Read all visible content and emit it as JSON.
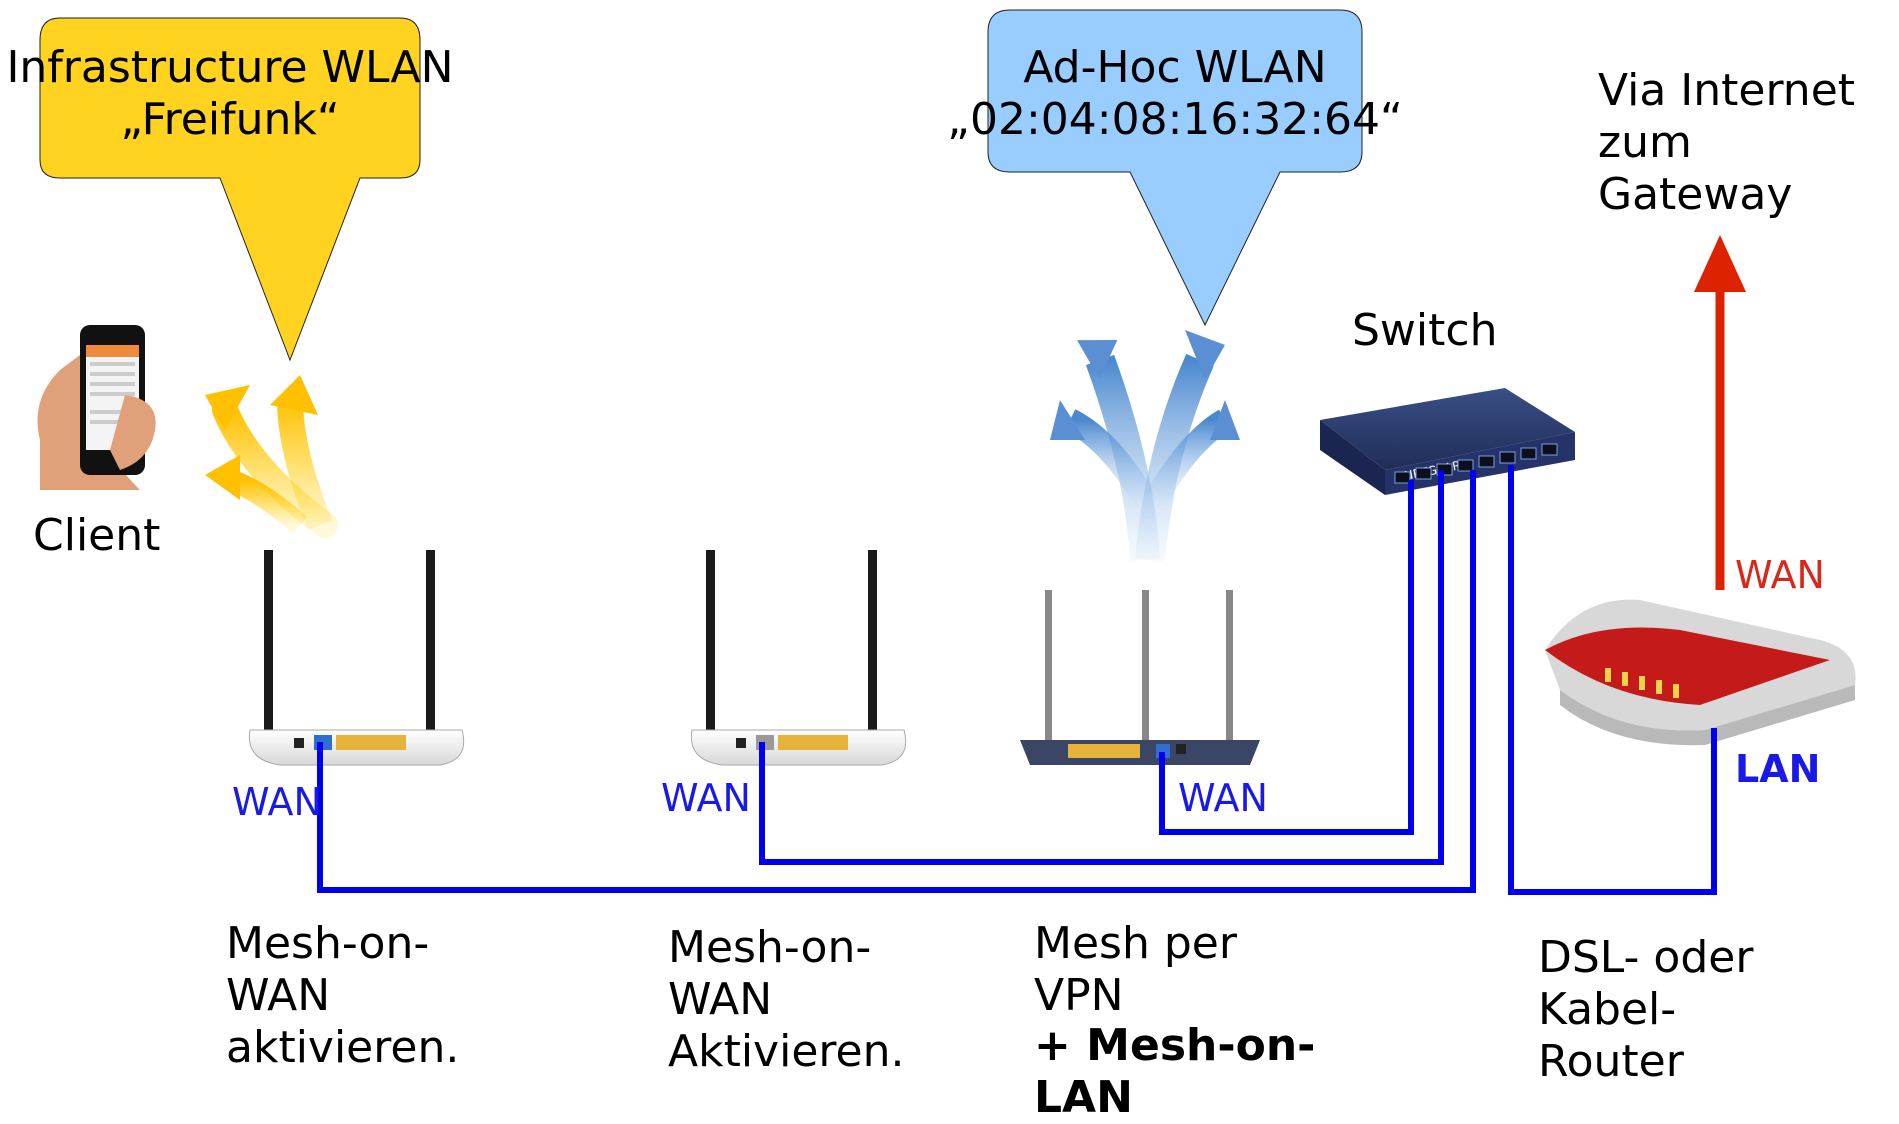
{
  "bubbles": {
    "infrastructure": {
      "line1": "Infrastructure WLAN",
      "line2": "„Freifunk“",
      "color": "#ffd320"
    },
    "adhoc": {
      "line1": "Ad-Hoc WLAN",
      "line2": "„02:04:08:16:32:64“",
      "color": "#99ccff"
    }
  },
  "labels": {
    "client": "Client",
    "switch": "Switch",
    "internet": "Via Internet\nzum\nGateway",
    "router1": "Mesh-on-\nWAN\naktivieren.",
    "router2": "Mesh-on-\nWAN\nAktivieren.",
    "router3_line1": "Mesh per\nVPN",
    "router3_line2": "+ Mesh-on-\nLAN",
    "dsl_router": "DSL- oder Kabel-\nRouter"
  },
  "ports": {
    "wan1": "WAN",
    "wan2": "WAN",
    "wan3": "WAN",
    "wan_red": "WAN",
    "lan": "LAN"
  },
  "switch_brand": "NETGEAR",
  "colors": {
    "cable": "#0000ee",
    "uplink": "#dd2200",
    "wlan_yellow": "#ffc000",
    "wlan_blue": "#5b9bd5"
  }
}
